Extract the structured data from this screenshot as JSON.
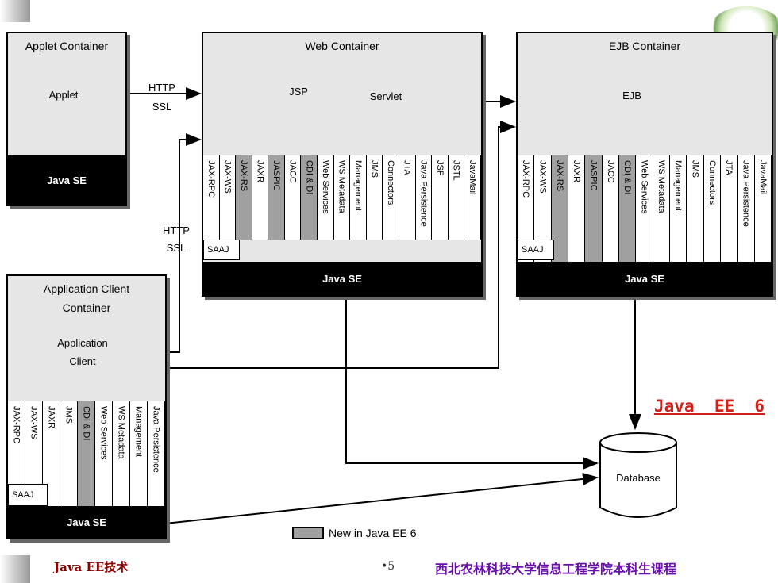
{
  "applet_container": {
    "title": "Applet Container",
    "component": "Applet",
    "javase": "Java SE"
  },
  "web_container": {
    "title": "Web Container",
    "components": [
      "JSP",
      "Servlet"
    ],
    "apis": [
      {
        "label": "JAX-RPC",
        "new": false
      },
      {
        "label": "JAX-WS",
        "new": false
      },
      {
        "label": "JAX-RS",
        "new": true
      },
      {
        "label": "JAXR",
        "new": false
      },
      {
        "label": "JASPIC",
        "new": true
      },
      {
        "label": "JACC",
        "new": false
      },
      {
        "label": "CDI & DI",
        "new": true
      },
      {
        "label": "Web Services",
        "new": false
      },
      {
        "label": "WS Metadata",
        "new": false
      },
      {
        "label": "Management",
        "new": false
      },
      {
        "label": "JMS",
        "new": false
      },
      {
        "label": "Connectors",
        "new": false
      },
      {
        "label": "JTA",
        "new": false
      },
      {
        "label": "Java Persistence",
        "new": false
      },
      {
        "label": "JSF",
        "new": false
      },
      {
        "label": "JSTL",
        "new": false
      },
      {
        "label": "JavaMail",
        "new": false
      }
    ],
    "saaj": "SAAJ",
    "javase": "Java SE"
  },
  "ejb_container": {
    "title": "EJB Container",
    "component": "EJB",
    "apis": [
      {
        "label": "JAX-RPC",
        "new": false
      },
      {
        "label": "JAX-WS",
        "new": false
      },
      {
        "label": "JAX-RS",
        "new": true
      },
      {
        "label": "JAXR",
        "new": false
      },
      {
        "label": "JASPIC",
        "new": true
      },
      {
        "label": "JACC",
        "new": false
      },
      {
        "label": "CDI & DI",
        "new": true
      },
      {
        "label": "Web Services",
        "new": false
      },
      {
        "label": "WS Metadata",
        "new": false
      },
      {
        "label": "Management",
        "new": false
      },
      {
        "label": "JMS",
        "new": false
      },
      {
        "label": "Connectors",
        "new": false
      },
      {
        "label": "JTA",
        "new": false
      },
      {
        "label": "Java Persistence",
        "new": false
      },
      {
        "label": "JavaMail",
        "new": false
      }
    ],
    "saaj": "SAAJ",
    "javase": "Java SE"
  },
  "appclient_container": {
    "title_line1": "Application Client",
    "title_line2": "Container",
    "component_line1": "Application",
    "component_line2": "Client",
    "apis": [
      {
        "label": "JAX-RPC",
        "new": false
      },
      {
        "label": "JAX-WS",
        "new": false
      },
      {
        "label": "JAXR",
        "new": false
      },
      {
        "label": "JMS",
        "new": false
      },
      {
        "label": "CDI & DI",
        "new": true
      },
      {
        "label": "Web Services",
        "new": false
      },
      {
        "label": "WS Metadata",
        "new": false
      },
      {
        "label": "Management",
        "new": false
      },
      {
        "label": "Java Persistence",
        "new": false
      }
    ],
    "saaj": "SAAJ",
    "javase": "Java SE"
  },
  "protocol_labels": {
    "top_http": "HTTP",
    "top_ssl": "SSL",
    "mid_http": "HTTP",
    "mid_ssl": "SSL"
  },
  "database": "Database",
  "legend": "New in Java EE 6",
  "title_ee6": "Java  EE  6",
  "footer": {
    "left": "Java EE技术",
    "page": "•5",
    "right": "西北农林科技大学信息工程学院本科生课程"
  }
}
